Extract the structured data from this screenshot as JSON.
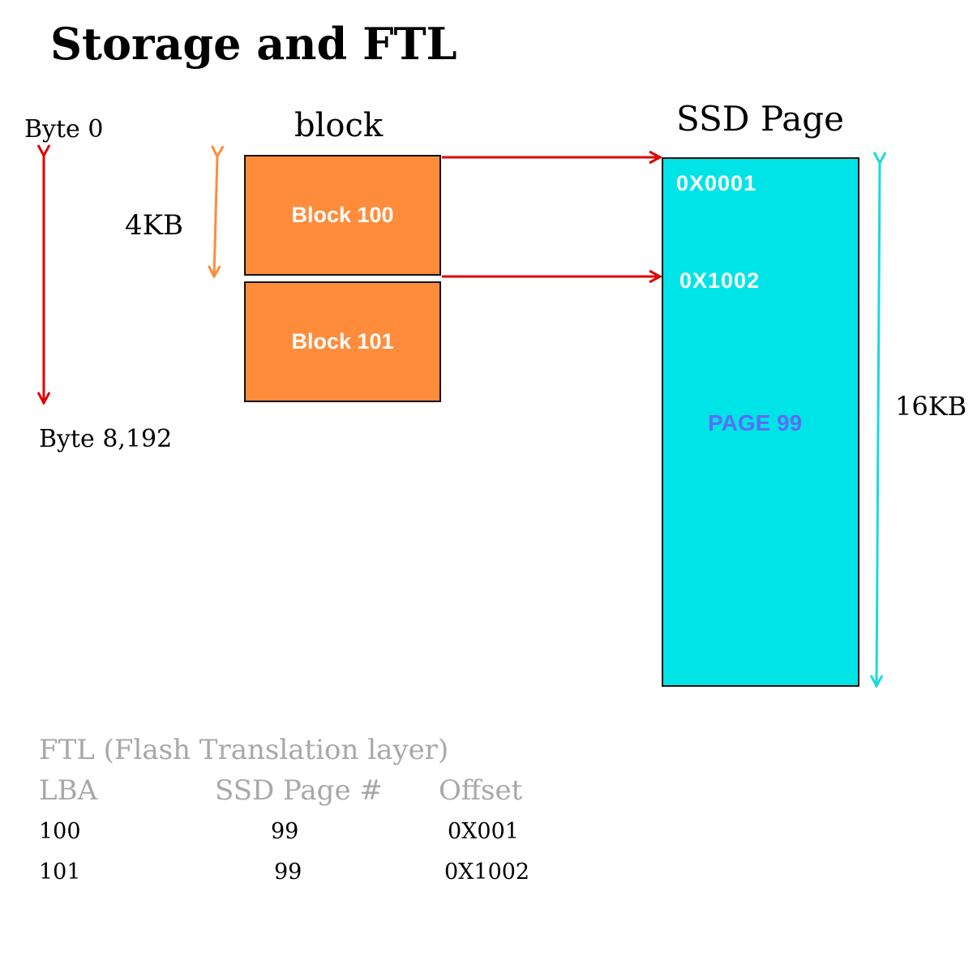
{
  "title": "Storage and FTL",
  "storage": {
    "start_label": "Byte 0",
    "end_label": "Byte 8,192",
    "block_heading": "block",
    "block_size": "4KB",
    "blocks": [
      "Block 100",
      "Block 101"
    ]
  },
  "ssd": {
    "heading": "SSD Page",
    "offsets": [
      "0X0001",
      "0X1002"
    ],
    "page_label": "PAGE 99",
    "size": "16KB"
  },
  "ftl": {
    "title": "FTL (Flash Translation layer)",
    "columns": [
      "LBA",
      "SSD Page #",
      "Offset"
    ],
    "rows": [
      [
        "100",
        "99",
        "0X001"
      ],
      [
        "101",
        "99",
        "0X1002"
      ]
    ]
  },
  "colors": {
    "block_fill": "#ff8c3b",
    "page_fill": "#00e4e8",
    "arrow_red": "#e00000",
    "arrow_orange": "#ff8c3b",
    "arrow_cyan": "#1ad8e0",
    "page_label": "#5a6ef5",
    "ftl_heading": "#a8a8a8"
  }
}
